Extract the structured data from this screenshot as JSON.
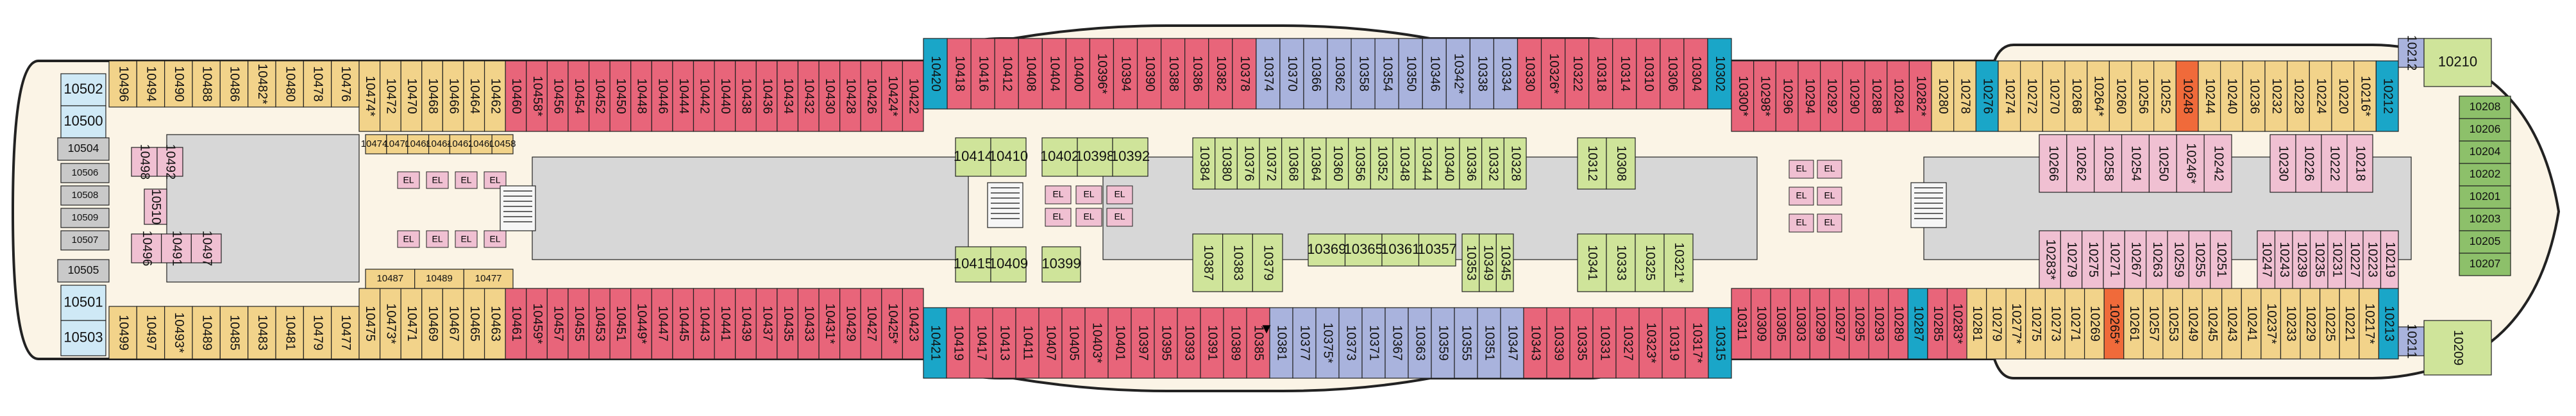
{
  "legend": {
    "colors": {
      "balcony": "#e8657a",
      "balcony_bow": "#f2d38a",
      "interior": "#f0c0d2",
      "oceanview": "#cfe49a",
      "suite_blue": "#a9b3dd",
      "spa_aqua": "#1aa6c8",
      "accessible": "#f06a3a",
      "neutral": "#c9c9c9",
      "ship_outline": "#222222",
      "deck_fill": "#fbf4e6",
      "corridor": "#d7d7d7",
      "hall": "#e9e1cf"
    }
  },
  "deck": {
    "aft_left_labels": [
      "10502",
      "10500",
      "10504",
      "10506",
      "10508",
      "10509",
      "10507",
      "10505",
      "10501",
      "10503"
    ],
    "aft_left_interior_top": [
      "10498",
      "10492"
    ],
    "aft_left_interior_mid": [
      "10510"
    ],
    "aft_left_interior_bottom": [
      "10496",
      "10491",
      "10497"
    ],
    "top_outer": [
      "10496",
      "10494",
      "10490",
      "10488",
      "10486",
      "10482*",
      "10480",
      "10478",
      "10476",
      "10474*",
      "10472",
      "10470",
      "10468",
      "10466",
      "10464",
      "10462",
      "10460",
      "10458*",
      "10456",
      "10454",
      "10452",
      "10450",
      "10448",
      "10446",
      "10444",
      "10442",
      "10440",
      "10438",
      "10436",
      "10434",
      "10432",
      "10430",
      "10428",
      "10426",
      "10424*",
      "10422"
    ],
    "top_outer_midship": [
      "10420",
      "10418",
      "10416",
      "10412",
      "10408",
      "10404",
      "10400",
      "10396*",
      "10394",
      "10390",
      "10388",
      "10386",
      "10382",
      "10378",
      "10374",
      "10370",
      "10366",
      "10362",
      "10358",
      "10354",
      "10350",
      "10346",
      "10342*",
      "10338",
      "10334",
      "10330",
      "10326*",
      "10322",
      "10318",
      "10314",
      "10310",
      "10306",
      "10304",
      "10302"
    ],
    "top_outer_forward": [
      "10300*",
      "10298*",
      "10296",
      "10294",
      "10292",
      "10290",
      "10288",
      "10284",
      "10282*",
      "10280",
      "10278",
      "10276",
      "10274",
      "10272",
      "10270",
      "10268",
      "10264*",
      "10260",
      "10256",
      "10252",
      "10248",
      "10244",
      "10240",
      "10236",
      "10232",
      "10228",
      "10224",
      "10220",
      "10216*",
      "10212"
    ],
    "top_inner_aft": [
      "10474*",
      "10470",
      "10468",
      "10464",
      "10462",
      "10460",
      "10458"
    ],
    "top_inner_mid": [
      "10414",
      "10410",
      "10402",
      "10398",
      "10392"
    ],
    "top_inner_ocean": [
      "10384",
      "10380",
      "10376",
      "10372",
      "10368",
      "10364",
      "10360",
      "10356",
      "10352",
      "10348",
      "10344",
      "10340",
      "10336",
      "10332",
      "10328"
    ],
    "top_inner_ocean_right": [
      "10312",
      "10308"
    ],
    "top_inner_fwd": [
      "10266",
      "10262",
      "10258",
      "10254",
      "10250",
      "10246*",
      "10242",
      "10230",
      "10226",
      "10222",
      "10218"
    ],
    "bottom_outer": [
      "10499",
      "10497",
      "10493*",
      "10489",
      "10485",
      "10483",
      "10481",
      "10479",
      "10477",
      "10475",
      "10473*",
      "10471",
      "10469",
      "10467",
      "10465",
      "10463",
      "10461",
      "10459*",
      "10457",
      "10455",
      "10453",
      "10451",
      "10449*",
      "10447",
      "10445",
      "10443",
      "10441",
      "10439",
      "10437",
      "10435",
      "10433",
      "10431*",
      "10429",
      "10427",
      "10425*",
      "10423"
    ],
    "bottom_outer_midship": [
      "10421",
      "10419",
      "10417",
      "10413",
      "10411",
      "10407",
      "10405",
      "10403*",
      "10401",
      "10397",
      "10395",
      "10393",
      "10391",
      "10389",
      "10385",
      "10381",
      "10377",
      "10375*",
      "10373",
      "10371",
      "10367",
      "10363",
      "10359",
      "10355",
      "10351",
      "10347",
      "10343",
      "10339",
      "10335",
      "10331",
      "10327",
      "10323*",
      "10319",
      "10317*",
      "10315"
    ],
    "bottom_outer_forward": [
      "10311",
      "10309",
      "10305",
      "10303",
      "10299",
      "10297",
      "10295",
      "10293",
      "10289",
      "10287",
      "10285",
      "10283*",
      "10281",
      "10279",
      "10277*",
      "10275",
      "10273",
      "10271",
      "10269",
      "10265*",
      "10261",
      "10257",
      "10253",
      "10249",
      "10245",
      "10243",
      "10241",
      "10237*",
      "10233",
      "10229",
      "10225",
      "10221",
      "10217*",
      "10213"
    ],
    "bottom_inner_aft": [
      "10487",
      "10489",
      "10477"
    ],
    "bottom_inner_mid": [
      "10415",
      "10409",
      "10399"
    ],
    "bottom_inner_ocean": [
      "10387",
      "10383",
      "10379",
      "10369",
      "10365",
      "10361",
      "10357",
      "10353",
      "10349",
      "10345",
      "10341",
      "10333",
      "10325",
      "10321*"
    ],
    "bottom_inner_fwd": [
      "10283*",
      "10279",
      "10275",
      "10271",
      "10267",
      "10263",
      "10259",
      "10255",
      "10251",
      "10247",
      "10243",
      "10239",
      "10235",
      "10231",
      "10227",
      "10223",
      "10219"
    ],
    "bow_top": [
      "10212",
      "10210"
    ],
    "bow_green": [
      "10208",
      "10206",
      "10204",
      "10202",
      "10201",
      "10203",
      "10205",
      "10207"
    ],
    "bow_bottom": [
      "10211",
      "10209"
    ],
    "symbols": {
      "elevator": "EL",
      "arrow_down": "▼"
    }
  }
}
